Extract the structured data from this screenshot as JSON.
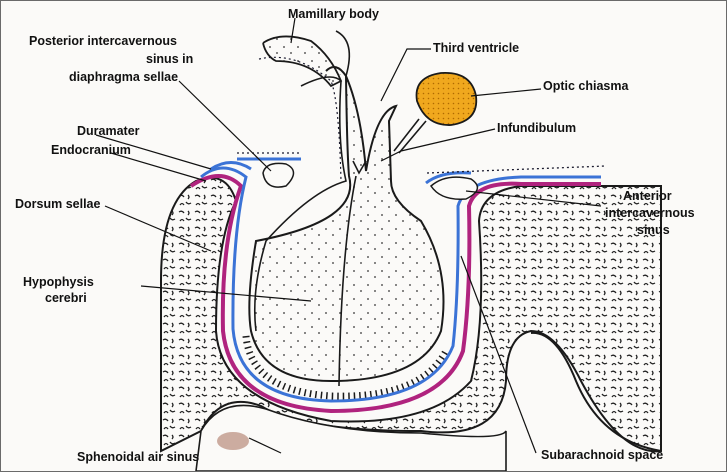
{
  "labels": {
    "mamillary_body": "Mamillary body",
    "posterior_sinus_line1": "Posterior intercavernous",
    "posterior_sinus_line2": "sinus in",
    "posterior_sinus_line3": "diaphragma sellae",
    "third_ventricle": "Third ventricle",
    "optic_chiasma": "Optic chiasma",
    "duramater": "Duramater",
    "infundibulum": "Infundibulum",
    "endocranium": "Endocranium",
    "dorsum_sellae": "Dorsum sellae",
    "anterior_sinus_line1": "Anterior",
    "anterior_sinus_line2": "intercavernous",
    "anterior_sinus_line3": "sinus",
    "hypophysis_line1": "Hypophysis",
    "hypophysis_line2": "cerebri",
    "sphenoidal_air_sinus": "Sphenoidal air sinus",
    "subarachnoid_space": "Subarachnoid space"
  },
  "colors": {
    "dura_line": "#3b73d6",
    "endocranium_line": "#b0237e",
    "optic_chiasma_fill": "#f0a81e",
    "outline": "#1a1a1a"
  }
}
